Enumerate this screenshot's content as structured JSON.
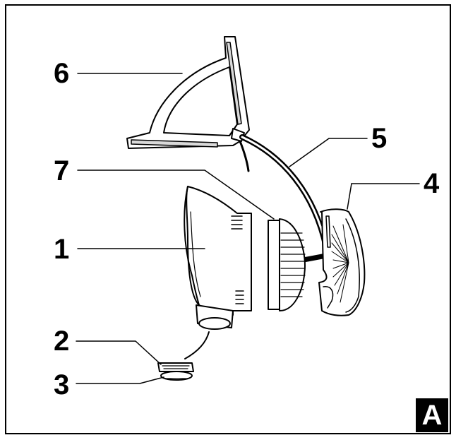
{
  "callouts": {
    "c1": "1",
    "c2": "2",
    "c3": "3",
    "c4": "4",
    "c5": "5",
    "c6": "6",
    "c7": "7"
  },
  "badge": "A",
  "colors": {
    "ink": "#000000",
    "paper": "#ffffff",
    "light_fill": "#d9d9d9"
  }
}
